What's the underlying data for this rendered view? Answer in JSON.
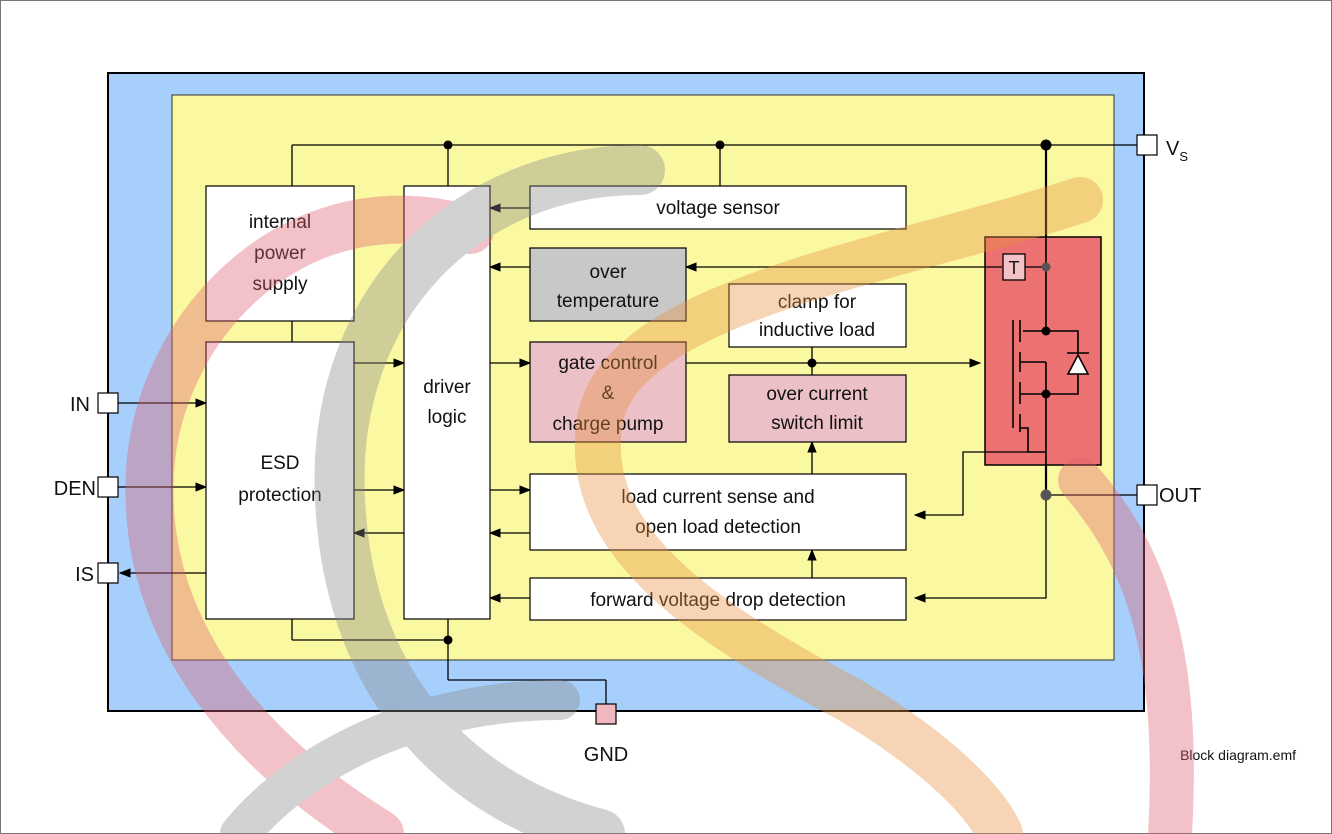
{
  "pins": {
    "vs": "V",
    "vs_sub": "S",
    "in": "IN",
    "den": "DEN",
    "is": "IS",
    "out": "OUT",
    "gnd": "GND"
  },
  "blocks": {
    "internal_power_supply": [
      "internal",
      "power",
      "supply"
    ],
    "esd_protection": [
      "ESD",
      "protection"
    ],
    "driver_logic": [
      "driver",
      "logic"
    ],
    "voltage_sensor": "voltage sensor",
    "over_temperature": [
      "over",
      "temperature"
    ],
    "clamp": [
      "clamp for",
      "inductive load"
    ],
    "gate_control": [
      "gate control",
      "&",
      "charge pump"
    ],
    "over_current": [
      "over current",
      "switch limit"
    ],
    "load_current_sense": [
      "load current sense and",
      "open load detection"
    ],
    "forward_voltage": "forward voltage drop detection"
  },
  "temp_sensor_label": "T",
  "caption": "Block diagram.emf",
  "colors": {
    "outer_package": "#a6cffb",
    "inner_die": "#fbf8a2",
    "power_stage": "#ec7272",
    "temp_block": "#c8c8c8",
    "pink_block": "#ebc0c6",
    "pin_pad": "#ffffff",
    "gnd_pad": "#f0b8c0",
    "watermark_red": "#e06070",
    "watermark_gray": "#909090",
    "watermark_orange": "#f0a040"
  }
}
